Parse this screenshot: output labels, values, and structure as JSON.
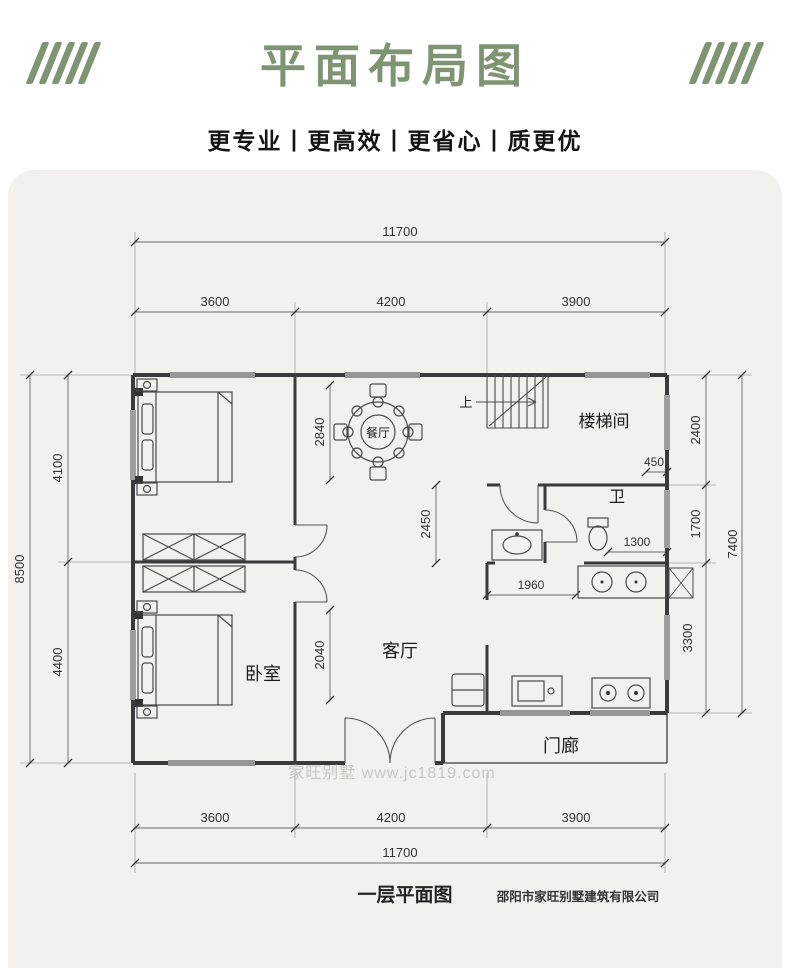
{
  "header": {
    "title": "平面布局图",
    "subtitle": "更专业丨更高效丨更省心丨质更优"
  },
  "plan": {
    "dims": {
      "top_total": "11700",
      "top_segments": [
        "3600",
        "4200",
        "3900"
      ],
      "left_total": "8500",
      "left_segments": [
        "4100",
        "4400"
      ],
      "right_total": "7400",
      "right_segments": [
        "2400",
        "1700",
        "3300"
      ],
      "bottom_segments": [
        "3600",
        "4200",
        "3900"
      ],
      "bottom_total": "11700",
      "inner_dining": "2840",
      "inner_hall": "2450",
      "inner_living": "2040",
      "inner_stair": "450",
      "inner_bath": "1300",
      "inner_kitchen": "1960"
    },
    "rooms": {
      "stairwell": "楼梯间",
      "bath": "卫",
      "dining": "餐厅",
      "living": "客厅",
      "bedroom": "卧室",
      "porch": "门廊",
      "up": "上"
    },
    "watermark": "家旺别墅  www.jc1819.com"
  },
  "footer": {
    "caption": "一层平面图",
    "company": "邵阳市家旺别墅建筑有限公司"
  },
  "colors": {
    "accent": "#7E9472",
    "card_bg": "#f3f1ed",
    "wall": "#3a3a3a"
  }
}
